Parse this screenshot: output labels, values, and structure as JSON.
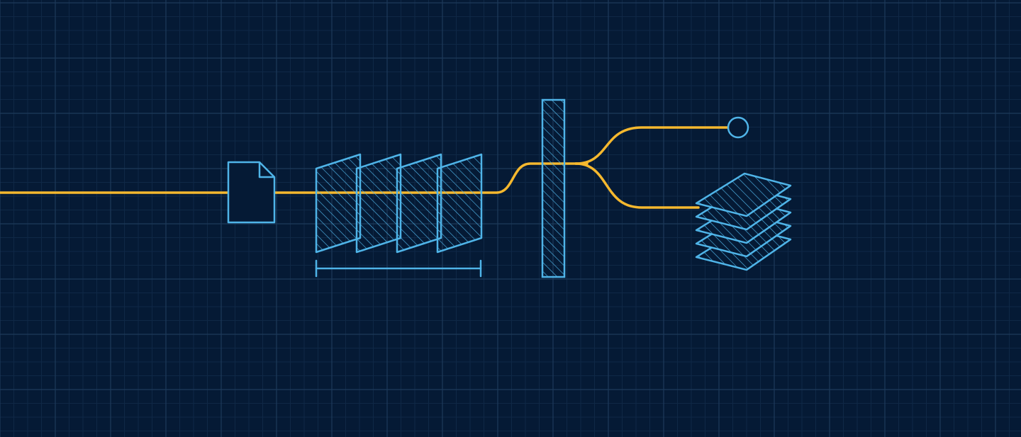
{
  "diagram": {
    "colors": {
      "background": "#051a35",
      "grid_major": "#1d3a5a",
      "grid_minor": "#0f2846",
      "flow_line": "#f5b82e",
      "outline": "#4fb4e8"
    },
    "stages": [
      {
        "name": "input-document-icon"
      },
      {
        "name": "frame-stack"
      },
      {
        "name": "frame-span-bracket"
      },
      {
        "name": "separator-bar"
      },
      {
        "name": "output-circle-node"
      },
      {
        "name": "output-layer-stack"
      }
    ],
    "frame_count": 4,
    "layer_count": 5
  }
}
